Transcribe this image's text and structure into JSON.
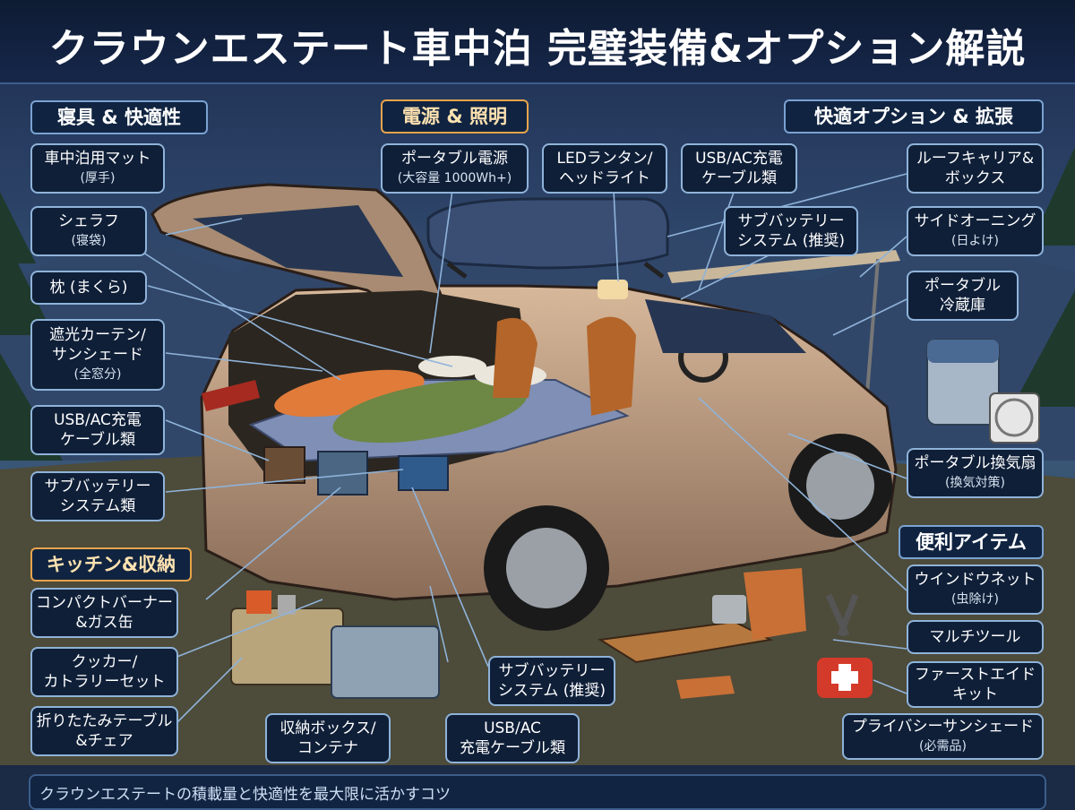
{
  "title": "クラウンエステート車中泊 完璧装備&オプション解説",
  "categories": {
    "bedding": "寝具 & 快適性",
    "power": "電源 & 照明",
    "options": "快適オプション & 拡張",
    "kitchen": "キッチン&収納",
    "handy": "便利アイテム"
  },
  "labels": {
    "mat": {
      "main": "車中泊用マット",
      "sub": "(厚手)"
    },
    "sleeping_bag": {
      "main": "シェラフ",
      "sub": "(寝袋)"
    },
    "pillow": {
      "main": "枕 (まくら)"
    },
    "curtain": {
      "main": "遮光カーテン/",
      "main2": "サンシェード",
      "sub": "(全窓分)"
    },
    "usb_left": {
      "main": "USB/AC充電",
      "main2": "ケーブル類"
    },
    "subbattery_left": {
      "main": "サブバッテリー",
      "main2": "システム類"
    },
    "portable_power": {
      "main": "ポータブル電源",
      "sub": "(大容量 1000Wh+)"
    },
    "lantern": {
      "main": "LEDランタン/",
      "main2": "ヘッドライト"
    },
    "usb_top": {
      "main": "USB/AC充電",
      "main2": "ケーブル類"
    },
    "subbattery_top": {
      "main": "サブバッテリー",
      "main2": "システム (推奨)"
    },
    "roof_carrier": {
      "main": "ルーフキャリア&",
      "main2": "ボックス"
    },
    "side_awning": {
      "main": "サイドオーニング",
      "sub": "(日よけ)"
    },
    "fridge": {
      "main": "ポータブル",
      "main2": "冷蔵庫"
    },
    "fan": {
      "main": "ポータブル換気扇",
      "sub": "(換気対策)"
    },
    "burner": {
      "main": "コンパクトバーナー",
      "main2": "&ガス缶"
    },
    "cooker": {
      "main": "クッカー/",
      "main2": "カトラリーセット"
    },
    "table": {
      "main": "折りたたみテーブル",
      "main2": "&チェア"
    },
    "storage": {
      "main": "収納ボックス/",
      "main2": "コンテナ"
    },
    "subbattery_bottom": {
      "main": "サブバッテリー",
      "main2": "システム (推奨)"
    },
    "usb_bottom": {
      "main": "USB/AC",
      "main2": "充電ケーブル類"
    },
    "window_net": {
      "main": "ウインドウネット",
      "sub": "(虫除け)"
    },
    "multitool": {
      "main": "マルチツール"
    },
    "first_aid": {
      "main": "ファーストエイド",
      "main2": "キット"
    },
    "privacy_shade": {
      "main": "プライバシーサンシェード",
      "sub": "(必需品)"
    }
  },
  "tips_title": "クラウンエステートの積載量と快適性を最大限に活かすコツ",
  "colors": {
    "accent": "#e8a44b",
    "border": "#8fb3d9",
    "panel": "#0f1f38"
  }
}
